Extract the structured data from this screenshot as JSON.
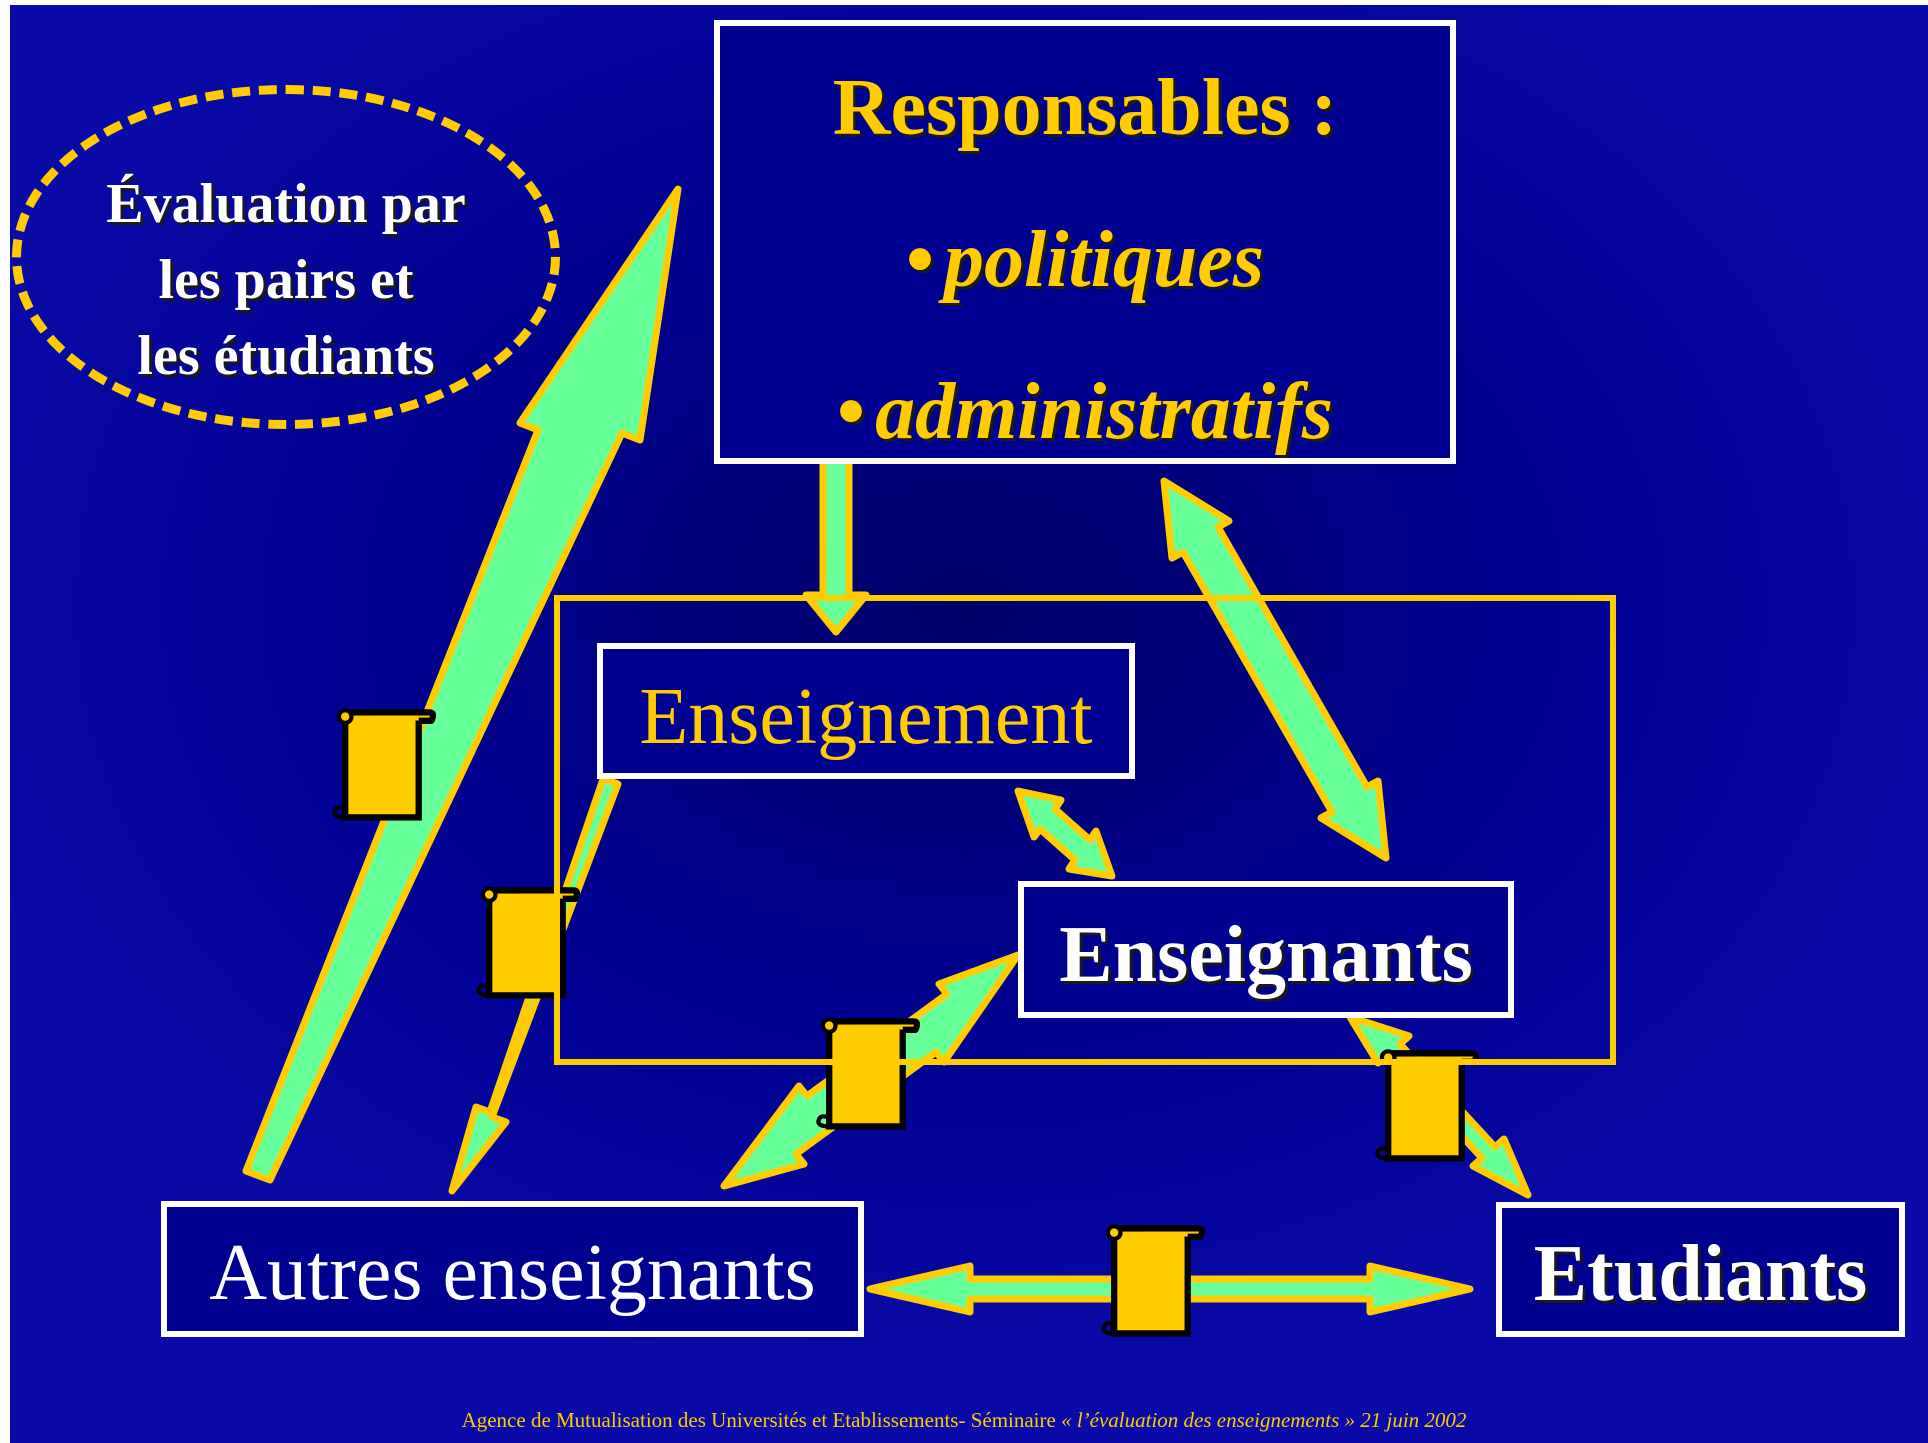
{
  "colors": {
    "background": "#000090",
    "accent": "#ffcc00",
    "box_border": "#ffffff",
    "arrow_fill": "#66ff99",
    "text_white": "#ffffff"
  },
  "responsables": {
    "title": "Responsables :",
    "items": [
      {
        "bullet": "•",
        "label": "politiques"
      },
      {
        "bullet": "•",
        "label": "administratifs"
      }
    ]
  },
  "evaluation": {
    "lines": [
      "Évaluation par",
      "les pairs et",
      "les étudiants"
    ]
  },
  "nodes": {
    "enseignement": "Enseignement",
    "enseignants": "Enseignants",
    "autres_enseignants": "Autres enseignants",
    "etudiants": "Etudiants"
  },
  "icons": {
    "document": "scroll-document-icon"
  },
  "footer": {
    "text": "Agence de Mutualisation des Universités et Etablissements- Séminaire",
    "italic": "« l’évaluation des enseignements » 21 juin 2002"
  }
}
